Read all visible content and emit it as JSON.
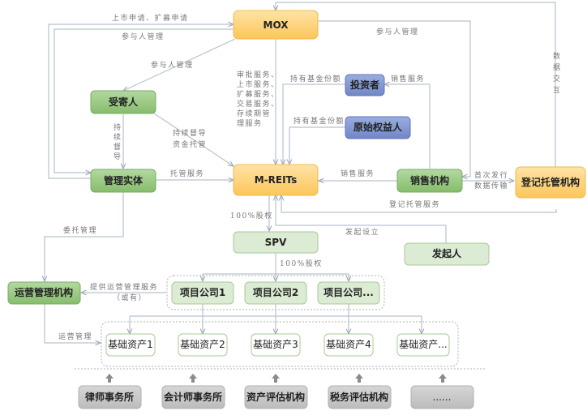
{
  "colors": {
    "orange_fill": "#fdd27a",
    "orange_stroke": "#f2b84e",
    "green_fill": "#93c47d",
    "green_stroke": "#7aab63",
    "light_green_fill": "#dcebd3",
    "light_green_stroke": "#a9c99a",
    "white_green_stroke": "#a9c99a",
    "blue_fill": "#7f93cf",
    "blue_stroke": "#5f74b8",
    "gray_fill": "#c8c8c8",
    "gray_stroke": "#b0b0b0",
    "line": "#b8c2d0"
  },
  "nodes": {
    "mox": "MOX",
    "mreits": "M-REITs",
    "registrar": "登记托管机构",
    "custodian": "受寄人",
    "manager": "管理实体",
    "investor": "投资者",
    "original_owner": "原始权益人",
    "sales": "销售机构",
    "spv": "SPV",
    "sponsor": "发起人",
    "operator": "运营管理机构",
    "project_companies": [
      "项目公司1",
      "项目公司2",
      "项目公司..."
    ],
    "assets": [
      "基础资产1",
      "基础资产2",
      "基础资产3",
      "基础资产4",
      "基础资产..."
    ],
    "service_providers": [
      "律师事务所",
      "会计师事务所",
      "资产评估机构",
      "税务评估机构",
      "......"
    ]
  },
  "edge_labels": {
    "listing_application": "上市申请、扩募申请",
    "participant_mgmt_left": "参与人管理",
    "participant_mgmt_diag": "参与人管理",
    "participant_mgmt_right": "参与人管理",
    "mox_services": [
      "审批服务、",
      "上市服务、",
      "扩募服务、",
      "交易服务、",
      "存续期管",
      "理服务"
    ],
    "investor_hold": "持有基金份额",
    "original_hold": "持有基金份额",
    "sales_to_investor": "销售服务",
    "data_interaction": [
      "数",
      "据",
      "交",
      "互"
    ],
    "continuous_supervision_v": [
      "持",
      "续",
      "督",
      "导"
    ],
    "custodian_to_mreits": [
      "持续督导",
      "资金托管"
    ],
    "custody_service": "托管服务",
    "sales_service": "销售服务",
    "initial_issue": [
      "首次发行",
      "数据传输"
    ],
    "registration_service": "登记托管服务",
    "equity_spv": "100%股权",
    "sponsor_establish": "发起设立",
    "equity_projects": "100%股权",
    "entrusted_mgmt": "委托管理",
    "provide_ops": [
      "提供运营管理服务",
      "（或有）"
    ],
    "ops_mgmt": "运营管理"
  }
}
